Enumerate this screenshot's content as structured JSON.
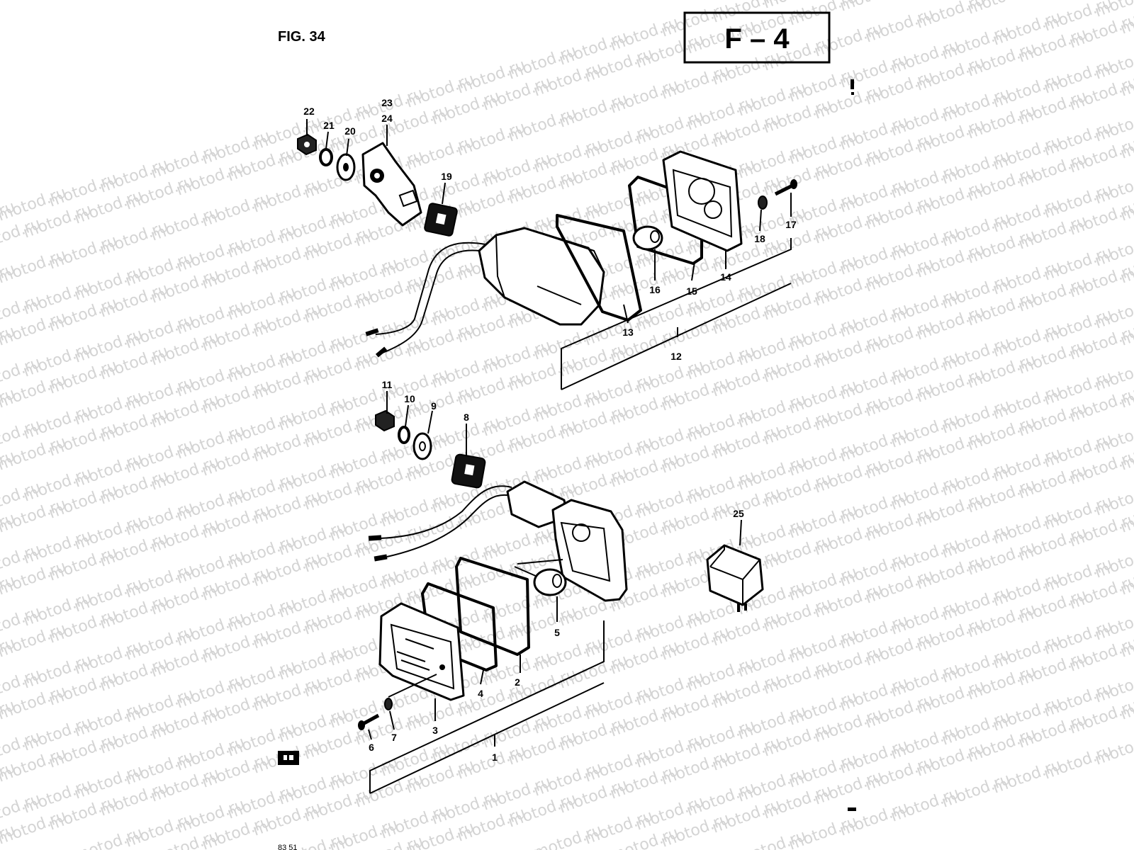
{
  "figure": {
    "title": "FIG. 34",
    "badge": "F – 4",
    "watermark": "motod.ru",
    "footer_code": "83 51"
  },
  "callouts": [
    {
      "id": "c1",
      "label": "1"
    },
    {
      "id": "c2",
      "label": "2"
    },
    {
      "id": "c3",
      "label": "3"
    },
    {
      "id": "c4",
      "label": "4"
    },
    {
      "id": "c5",
      "label": "5"
    },
    {
      "id": "c6",
      "label": "6"
    },
    {
      "id": "c7",
      "label": "7"
    },
    {
      "id": "c8",
      "label": "8"
    },
    {
      "id": "c9",
      "label": "9"
    },
    {
      "id": "c10",
      "label": "10"
    },
    {
      "id": "c11",
      "label": "11"
    },
    {
      "id": "c12",
      "label": "12"
    },
    {
      "id": "c13",
      "label": "13"
    },
    {
      "id": "c14",
      "label": "14"
    },
    {
      "id": "c15",
      "label": "15"
    },
    {
      "id": "c16",
      "label": "16"
    },
    {
      "id": "c17",
      "label": "17"
    },
    {
      "id": "c18",
      "label": "18"
    },
    {
      "id": "c19",
      "label": "19"
    },
    {
      "id": "c20",
      "label": "20"
    },
    {
      "id": "c21",
      "label": "21"
    },
    {
      "id": "c22",
      "label": "22"
    },
    {
      "id": "c23",
      "label": "23"
    },
    {
      "id": "c24",
      "label": "24"
    },
    {
      "id": "c25",
      "label": "25"
    }
  ]
}
